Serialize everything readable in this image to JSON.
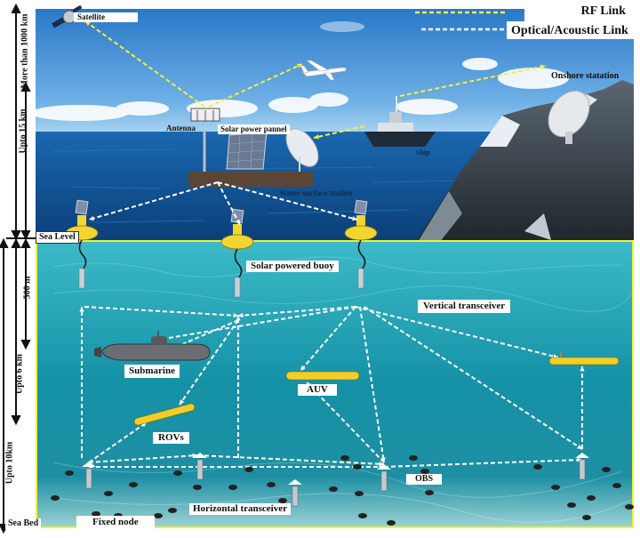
{
  "legend": {
    "rf_label": "RF Link",
    "optical_label": "Optical/Acoustic Link",
    "rf_color": "#f2f03a",
    "optical_color": "#ffffff"
  },
  "depth_axis": {
    "more_than_1000km": "More than 1000 km",
    "upto_15km": "Upto 15 km",
    "sea_level": "Sea Level",
    "m500": "500 m",
    "upto_6km": "Upto 6 km",
    "upto_10km": "Upto 10km",
    "sea_bed": "Sea Bed"
  },
  "labels": {
    "satellite": "Satellite",
    "onshore_station": "Onshore statation",
    "antenna": "Antenna",
    "solar_panel": "Solar power pannel",
    "water_surface_station": "Water surface station",
    "ship": "Ship",
    "solar_buoy": "Solar powered buoy",
    "vertical_transceiver": "Vertical transceiver",
    "submarine": "Submarine",
    "auv": "AUV",
    "rovs": "ROVs",
    "obs": "OBS",
    "fixed_node": "Fixed node",
    "horizontal_transceiver": "Horizontal transceiver"
  },
  "colors": {
    "sky_top": "#2a78c8",
    "sky_bottom": "#8fc3ec",
    "sea_surface": "#0d4f8f",
    "underwater_top": "#35b3c2",
    "underwater_bottom": "#0f7f95",
    "seabed": "#a8d8d8",
    "buoy": "#f2d530",
    "border": "#f2f03a"
  }
}
